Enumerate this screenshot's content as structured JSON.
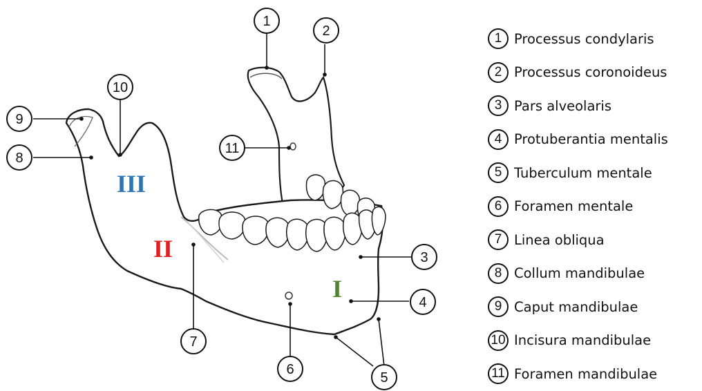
{
  "callouts": [
    "1",
    "2",
    "3",
    "4",
    "5",
    "6",
    "7",
    "8",
    "9",
    "10",
    "11"
  ],
  "regions": [
    {
      "label": "I",
      "color": "#548235"
    },
    {
      "label": "II",
      "color": "#e02020"
    },
    {
      "label": "III",
      "color": "#2e75b6"
    }
  ],
  "legend": [
    {
      "num": "1",
      "label": "Processus condylaris"
    },
    {
      "num": "2",
      "label": "Processus coronoideus"
    },
    {
      "num": "3",
      "label": "Pars alveolaris"
    },
    {
      "num": "4",
      "label": "Protuberantia mentalis"
    },
    {
      "num": "5",
      "label": "Tuberculum mentale"
    },
    {
      "num": "6",
      "label": "Foramen mentale"
    },
    {
      "num": "7",
      "label": "Linea obliqua"
    },
    {
      "num": "8",
      "label": "Collum mandibulae"
    },
    {
      "num": "9",
      "label": "Caput mandibulae"
    },
    {
      "num": "10",
      "label": "Incisura mandibulae"
    },
    {
      "num": "11",
      "label": "Foramen mandibulae"
    }
  ]
}
